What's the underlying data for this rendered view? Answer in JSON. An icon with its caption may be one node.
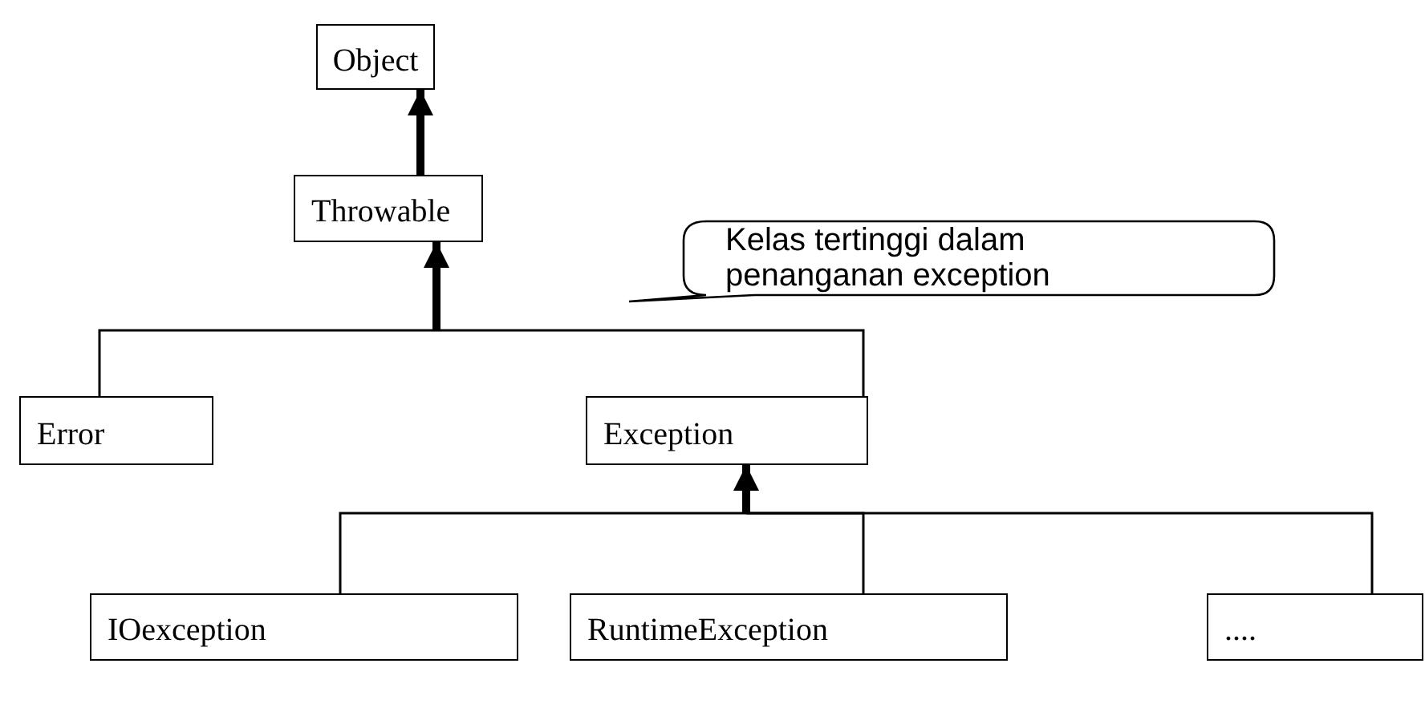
{
  "diagram": {
    "nodes": [
      {
        "text": [
          "Object"
        ]
      },
      {
        "text": [
          "Throwable"
        ]
      },
      {
        "text": [
          "Kelas tertinggi dalam penanganan exception"
        ]
      },
      {
        "text": [
          "Error"
        ]
      },
      {
        "text": [
          "Exception"
        ]
      },
      {
        "text": [
          "IOexception"
        ]
      },
      {
        "text": [
          "RuntimeException"
        ]
      },
      {
        "text": [
          "...."
        ]
      }
    ],
    "edges": [
      {
        "from": 1,
        "to": 0,
        "arrow": "to",
        "style": "thick"
      },
      {
        "from": 3,
        "to": 1,
        "arrow": "to"
      },
      {
        "from": 4,
        "to": 1,
        "arrow": "to"
      },
      {
        "from": 5,
        "to": 4,
        "arrow": "to"
      },
      {
        "from": 6,
        "to": 4,
        "arrow": "to"
      },
      {
        "from": 7,
        "to": 4,
        "arrow": "to"
      }
    ]
  }
}
